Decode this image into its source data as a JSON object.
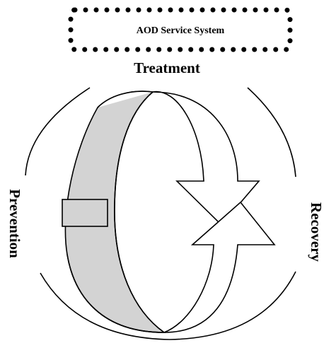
{
  "title_box": {
    "label": "AOD Service System"
  },
  "labels": {
    "top": "Treatment",
    "left": "Prevention",
    "right": "Recovery"
  },
  "colors": {
    "shaded_band": "#d3d3d3",
    "stroke": "#000000",
    "background": "#ffffff"
  }
}
